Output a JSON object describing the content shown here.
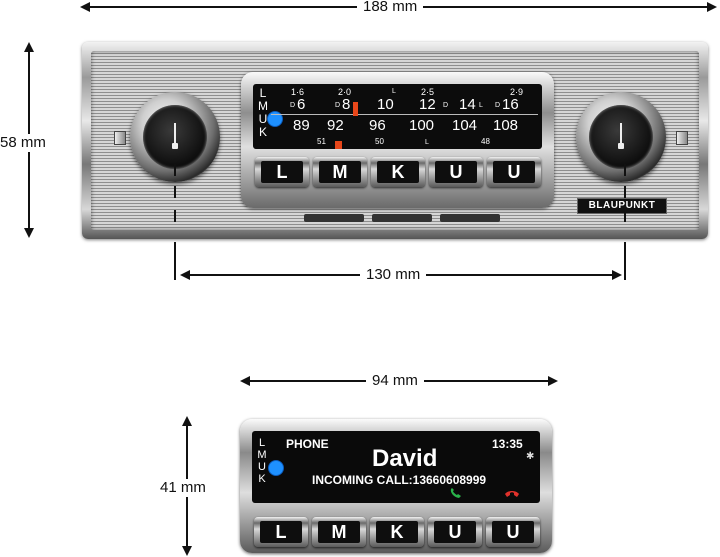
{
  "dimensions": {
    "width_top": "188 mm",
    "height_left": "58 mm",
    "width_dial": "130 mm",
    "width_small": "94 mm",
    "height_small": "41 mm"
  },
  "dial": {
    "band_letters": [
      "L",
      "M",
      "U",
      "K"
    ],
    "top_small_labels": [
      "1·6",
      "2·0",
      "L",
      "2·5",
      "2·9"
    ],
    "middle_row": [
      "6",
      "8",
      "10",
      "12",
      "14",
      "16"
    ],
    "d_markers": [
      "D",
      "D",
      "D",
      "L",
      "D"
    ],
    "fm_row": [
      "89",
      "92",
      "96",
      "100",
      "104",
      "108"
    ],
    "bottom_row": [
      "51",
      "50",
      "L",
      "48"
    ]
  },
  "preset_buttons": [
    "L",
    "M",
    "K",
    "U",
    "U"
  ],
  "brand": "BLAUPUNKT",
  "small_display": {
    "band_letters": [
      "L",
      "M",
      "U",
      "K"
    ],
    "mode": "PHONE",
    "time": "13:35",
    "caller": "David",
    "call_info": "INCOMING CALL:13660608999"
  },
  "small_buttons": [
    "L",
    "M",
    "K",
    "U",
    "U"
  ],
  "colors": {
    "accent_blue": "#1e90ff",
    "marker_orange": "#e8471a",
    "call_green": "#2ab34a",
    "call_red": "#e0312b"
  },
  "icons": {
    "bluetooth": "bluetooth-icon",
    "answer": "phone-answer-icon",
    "hangup": "phone-hangup-icon"
  }
}
